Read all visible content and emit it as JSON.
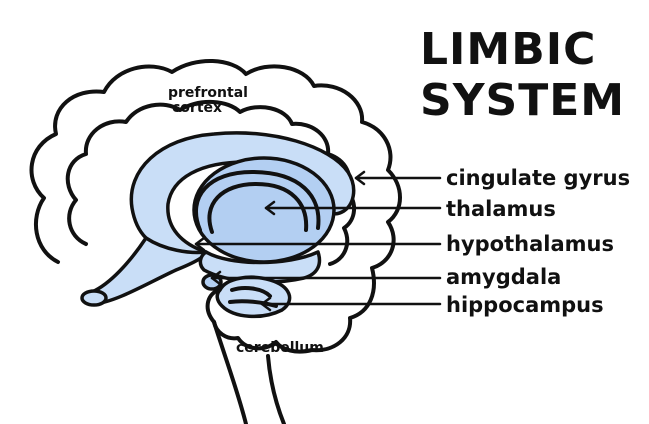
{
  "title": {
    "line1": "LIMBIC",
    "line2": "SYSTEM"
  },
  "regions": {
    "prefrontal_line1": "prefrontal",
    "prefrontal_line2": "cortex",
    "cerebellum": "cerebellum"
  },
  "labels": {
    "cingulate_gyrus": "cingulate gyrus",
    "thalamus": "thalamus",
    "hypothalamus": "hypothalamus",
    "amygdala": "amygdala",
    "hippocampus": "hippocampus"
  },
  "colors": {
    "limbic_fill": "#c9def7",
    "limbic_fill_dark": "#b3cff2",
    "ink": "#111111",
    "background": "#ffffff"
  }
}
